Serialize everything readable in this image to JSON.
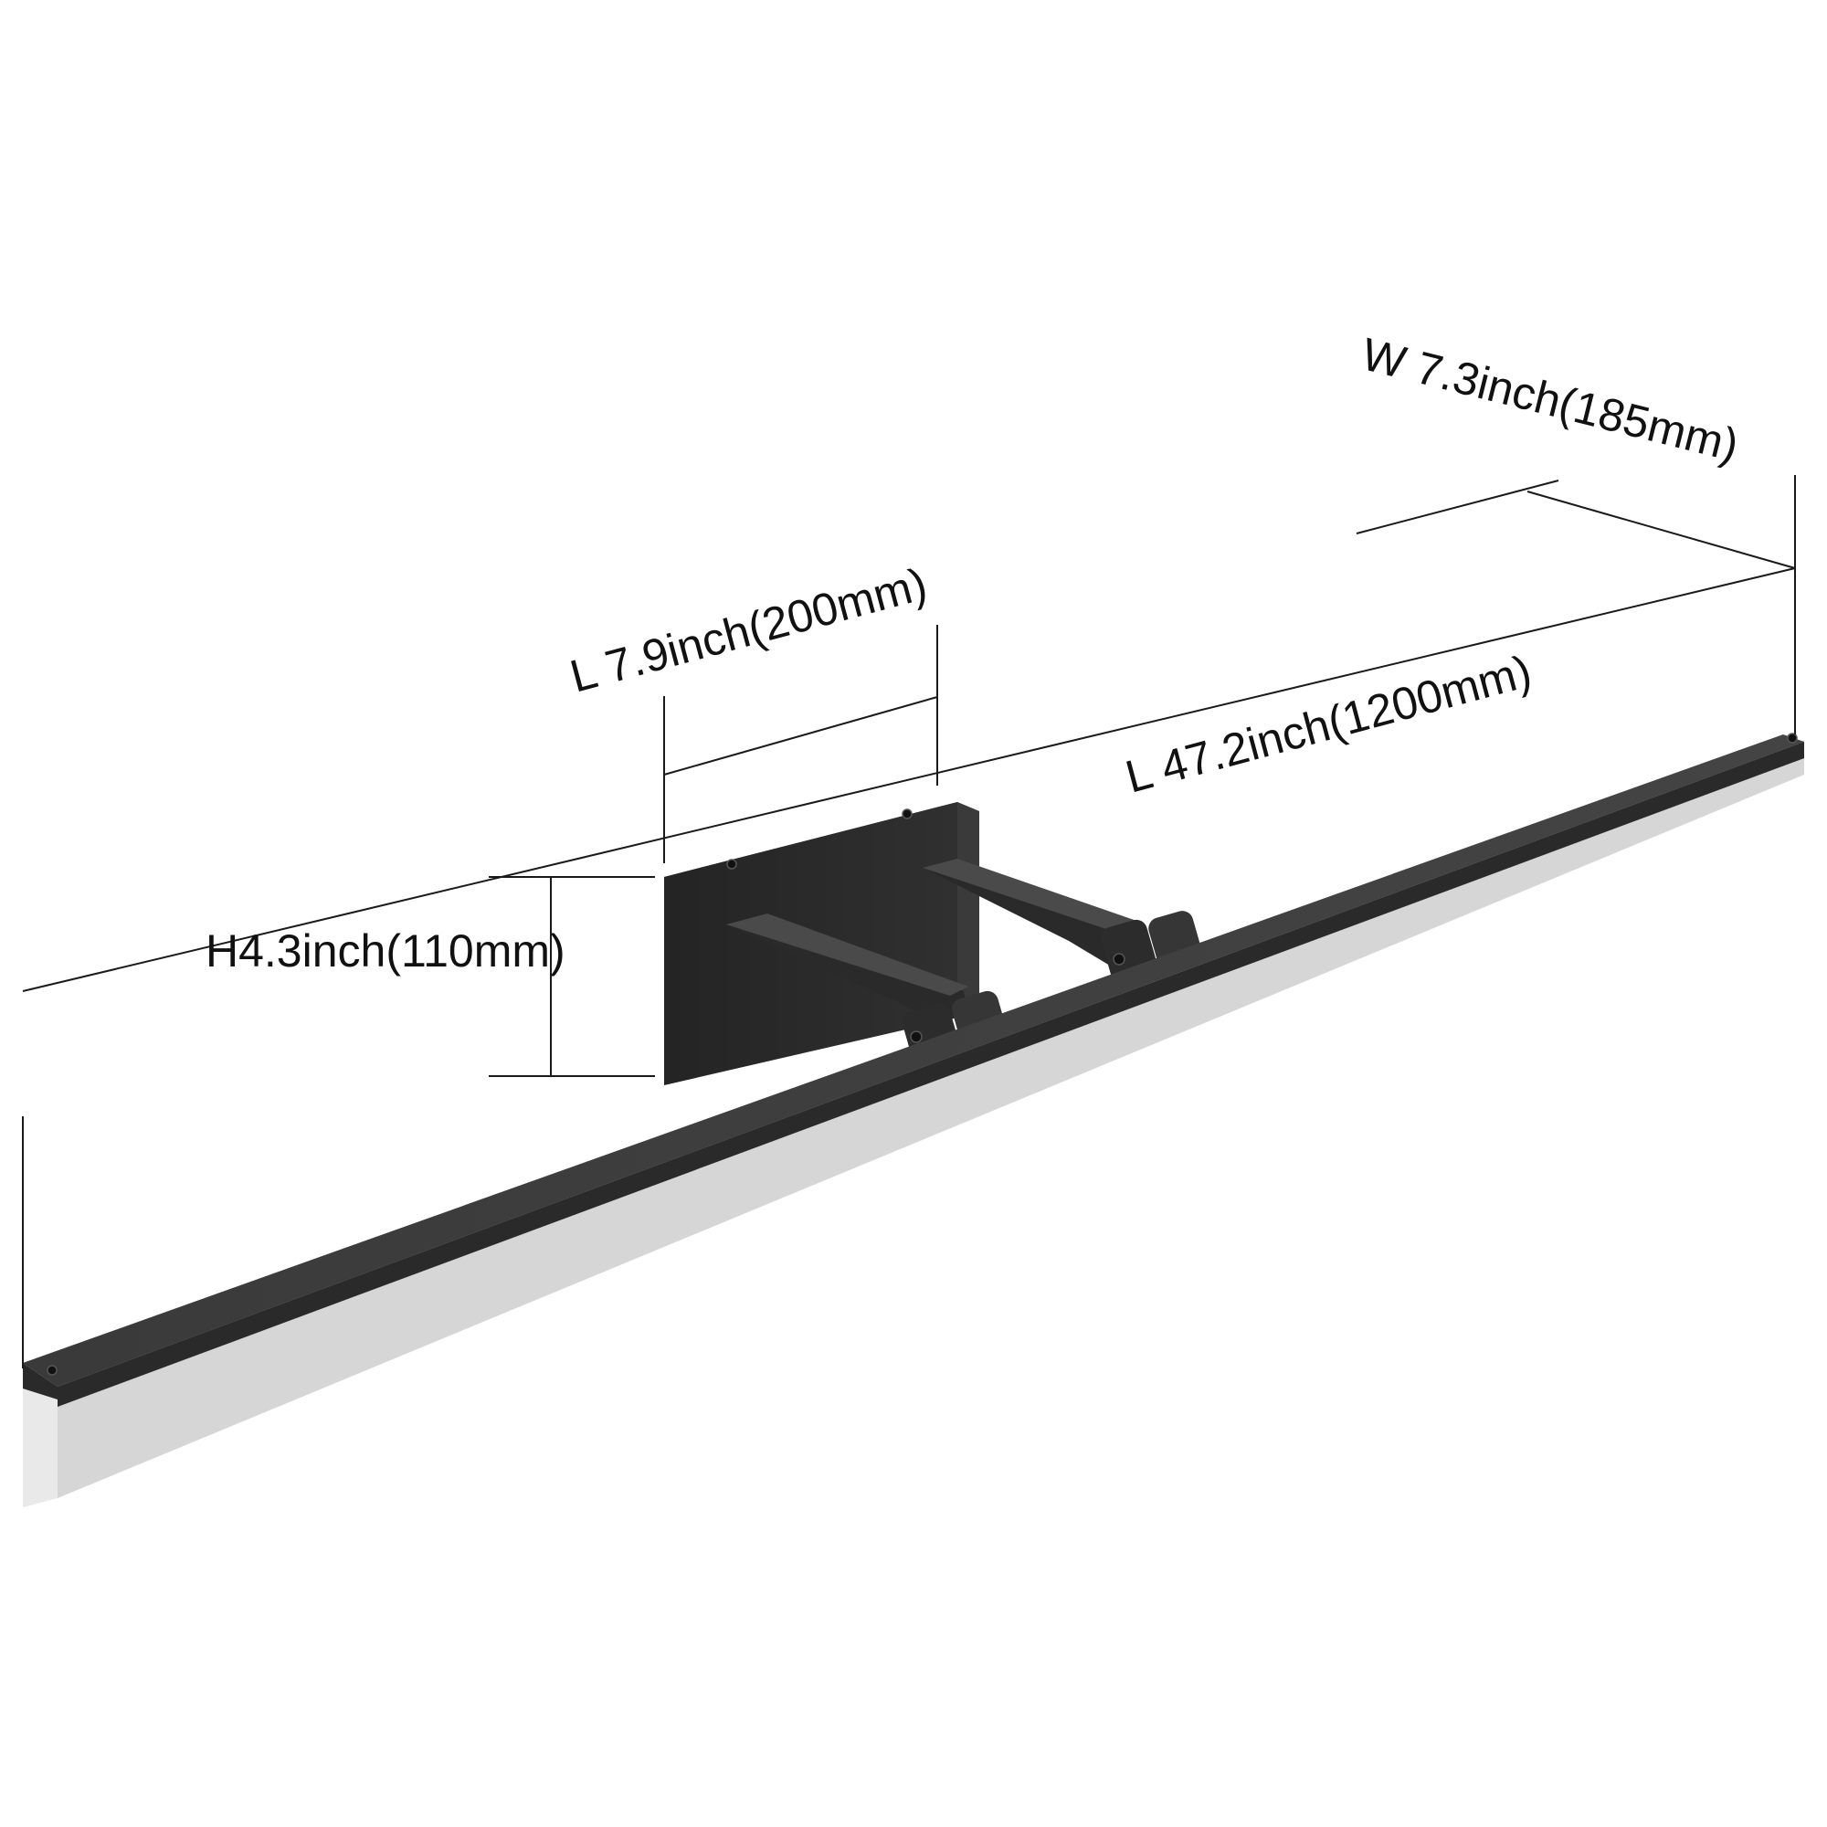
{
  "colors": {
    "background": "#ffffff",
    "metal_body": "#2a2a2a",
    "metal_side": "#3a3a3a",
    "metal_top": "#4a4a4a",
    "diffuser_light": "#f2f2f2",
    "diffuser_dark": "#d8d8d8",
    "dimension_line": "#1a1a1a",
    "label_text": "#111111"
  },
  "dimensions": {
    "width_label": "W 7.3inch(185mm)",
    "arm_length_label": "L 7.9inch(200mm)",
    "total_length_label": "L 47.2inch(1200mm)",
    "height_label": "H4.3inch(110mm)"
  }
}
